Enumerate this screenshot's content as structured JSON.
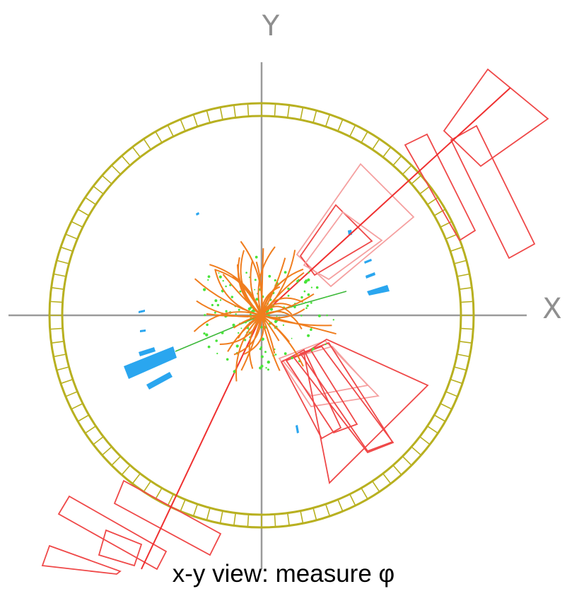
{
  "axes": {
    "y_label": "Y",
    "x_label": "X"
  },
  "caption": "x-y view: measure φ",
  "colors": {
    "axis": "#9a9a9a",
    "detector_ring": "#b8b020",
    "tracks": "#f07d1e",
    "hits": "#49e43a",
    "calorimeter_towers": "#ef3a3a",
    "calorimeter_towers_faint": "#f5a0a0",
    "muon_segments": "#2aa6ef"
  },
  "icons": [
    "detector-ring",
    "particle-tracks",
    "calorimeter-towers",
    "muon-segments"
  ]
}
